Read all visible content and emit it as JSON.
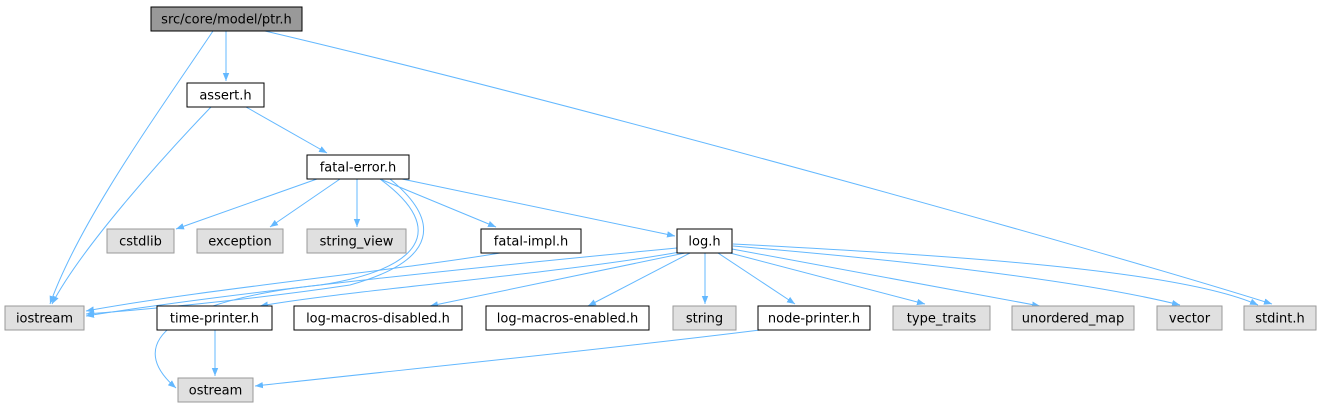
{
  "colors": {
    "edge": "#63b8ff",
    "root_fill": "#999999",
    "documented_fill": "#ffffff",
    "external_fill": "#e0e0e0",
    "border_dark": "#000000",
    "border_light": "#999999"
  },
  "nodes": [
    {
      "id": "ptr",
      "label": "src/core/model/ptr.h",
      "kind": "root"
    },
    {
      "id": "assert",
      "label": "assert.h",
      "kind": "documented"
    },
    {
      "id": "fatal_error",
      "label": "fatal-error.h",
      "kind": "documented"
    },
    {
      "id": "cstdlib",
      "label": "cstdlib",
      "kind": "external"
    },
    {
      "id": "exception",
      "label": "exception",
      "kind": "external"
    },
    {
      "id": "string_view",
      "label": "string_view",
      "kind": "external"
    },
    {
      "id": "fatal_impl",
      "label": "fatal-impl.h",
      "kind": "documented"
    },
    {
      "id": "log",
      "label": "log.h",
      "kind": "documented"
    },
    {
      "id": "iostream",
      "label": "iostream",
      "kind": "external"
    },
    {
      "id": "time_printer",
      "label": "time-printer.h",
      "kind": "documented"
    },
    {
      "id": "log_macros_disabled",
      "label": "log-macros-disabled.h",
      "kind": "documented"
    },
    {
      "id": "log_macros_enabled",
      "label": "log-macros-enabled.h",
      "kind": "documented"
    },
    {
      "id": "string",
      "label": "string",
      "kind": "external"
    },
    {
      "id": "node_printer",
      "label": "node-printer.h",
      "kind": "documented"
    },
    {
      "id": "type_traits",
      "label": "type_traits",
      "kind": "external"
    },
    {
      "id": "unordered_map",
      "label": "unordered_map",
      "kind": "external"
    },
    {
      "id": "vector",
      "label": "vector",
      "kind": "external"
    },
    {
      "id": "stdint",
      "label": "stdint.h",
      "kind": "external"
    },
    {
      "id": "ostream",
      "label": "ostream",
      "kind": "external"
    }
  ],
  "edges": [
    [
      "ptr",
      "assert"
    ],
    [
      "ptr",
      "iostream"
    ],
    [
      "ptr",
      "stdint"
    ],
    [
      "assert",
      "fatal_error"
    ],
    [
      "assert",
      "iostream"
    ],
    [
      "fatal_error",
      "cstdlib"
    ],
    [
      "fatal_error",
      "exception"
    ],
    [
      "fatal_error",
      "string_view"
    ],
    [
      "fatal_error",
      "fatal_impl"
    ],
    [
      "fatal_error",
      "log"
    ],
    [
      "fatal_error",
      "iostream"
    ],
    [
      "fatal_error",
      "ostream"
    ],
    [
      "fatal_impl",
      "iostream"
    ],
    [
      "log",
      "iostream"
    ],
    [
      "log",
      "time_printer"
    ],
    [
      "log",
      "log_macros_disabled"
    ],
    [
      "log",
      "log_macros_enabled"
    ],
    [
      "log",
      "string"
    ],
    [
      "log",
      "node_printer"
    ],
    [
      "log",
      "type_traits"
    ],
    [
      "log",
      "unordered_map"
    ],
    [
      "log",
      "vector"
    ],
    [
      "log",
      "stdint"
    ],
    [
      "time_printer",
      "ostream"
    ],
    [
      "node_printer",
      "ostream"
    ]
  ]
}
